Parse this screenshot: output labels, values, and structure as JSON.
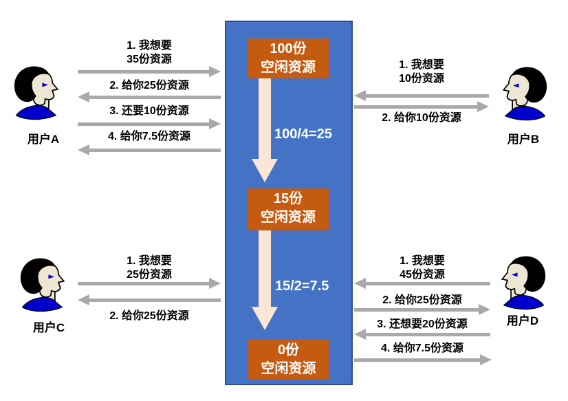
{
  "pool": {
    "stages": [
      {
        "amount": "100份",
        "label": "空闲资源"
      },
      {
        "amount": "15份",
        "label": "空闲资源"
      },
      {
        "amount": "0份",
        "label": "空闲资源"
      }
    ],
    "transitions": [
      {
        "formula": "100/4=25"
      },
      {
        "formula": "15/2=7.5"
      }
    ]
  },
  "users": [
    {
      "name": "用户A",
      "messages": [
        {
          "line1": "1. 我想要",
          "line2": "35份资源"
        },
        {
          "line1": "2. 给你25份资源"
        },
        {
          "line1": "3. 还要10份资源"
        },
        {
          "line1": "4. 给你7.5份资源"
        }
      ]
    },
    {
      "name": "用户B",
      "messages": [
        {
          "line1": "1. 我想要",
          "line2": "10份资源"
        },
        {
          "line1": "2. 给你10份资源"
        }
      ]
    },
    {
      "name": "用户C",
      "messages": [
        {
          "line1": "1. 我想要",
          "line2": "25份资源"
        },
        {
          "line1": "2. 给你25份资源"
        }
      ]
    },
    {
      "name": "用户D",
      "messages": [
        {
          "line1": "1. 我想要",
          "line2": "45份资源"
        },
        {
          "line1": "2. 给你25份资源"
        },
        {
          "line1": "3. 还想要20份资源"
        },
        {
          "line1": "4. 给你7.5份资源"
        }
      ]
    }
  ],
  "colors": {
    "pool_background": "#4472C4",
    "pool_border": "#2C4E8A",
    "stage_box": "#C55A11",
    "flow_arrow": "#FBE5D6",
    "message_arrow": "#A9A9A9",
    "collar_blue": "#0000CC"
  }
}
